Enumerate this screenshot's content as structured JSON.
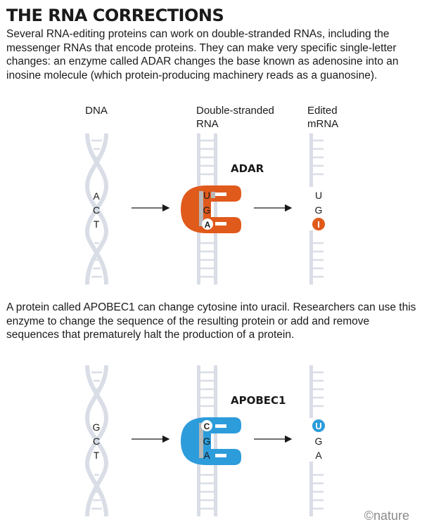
{
  "title": "THE RNA CORRECTIONS",
  "intro": "Several RNA-editing proteins can work on double-stranded RNAs, including the messenger RNAs that encode proteins. They can make very specific single-letter changes: an enzyme called ADAR changes the base known as adenosine into an inosine molecule (which protein-producing machinery reads as a guanosine).",
  "section2": "A protein called APOBEC1 can change cytosine into uracil. Researchers can use this enzyme to change the sequence of the resulting protein or add and remove sequences that prematurely halt the production of a protein.",
  "columns": {
    "dna": "DNA",
    "ds_rna_1": "Double-stranded",
    "ds_rna_2": "RNA",
    "edited_1": "Edited",
    "edited_2": "mRNA"
  },
  "adar": {
    "enzyme_label": "ADAR",
    "dna_bases": [
      "A",
      "C",
      "T"
    ],
    "rna_bases": [
      "U",
      "G",
      "A"
    ],
    "edited_bases": [
      "U",
      "G",
      "I"
    ],
    "color": "#e05a1c"
  },
  "apobec": {
    "enzyme_label": "APOBEC1",
    "dna_bases": [
      "G",
      "C",
      "T"
    ],
    "rna_bases": [
      "C",
      "G",
      "A"
    ],
    "edited_bases": [
      "U",
      "G",
      "A"
    ],
    "color": "#2d9cdb"
  },
  "footer": "©nature"
}
